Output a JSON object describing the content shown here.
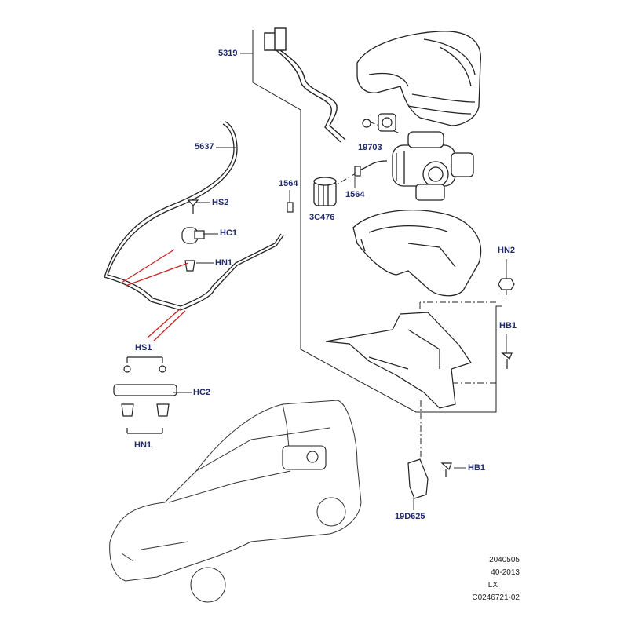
{
  "callouts": {
    "c5319": "5319",
    "c5637": "5637",
    "c19703": "19703",
    "c1564_left": "1564",
    "c1564_right": "1564",
    "c3C476": "3C476",
    "cHS2": "HS2",
    "cHC1": "HC1",
    "cHN1_top": "HN1",
    "cHN2": "HN2",
    "cHB1_right": "HB1",
    "cHS1": "HS1",
    "cHC2": "HC2",
    "cHN1_bottom": "HN1",
    "cHB1_bottom": "HB1",
    "c19D625": "19D625"
  },
  "reference": {
    "line1": "2040505",
    "line2": "40-2013",
    "line3": "LX",
    "line4": "C0246721-02"
  },
  "colors": {
    "callout_text": "#1f2a6b",
    "line_art": "#222222",
    "highlight": "#cc2222"
  }
}
